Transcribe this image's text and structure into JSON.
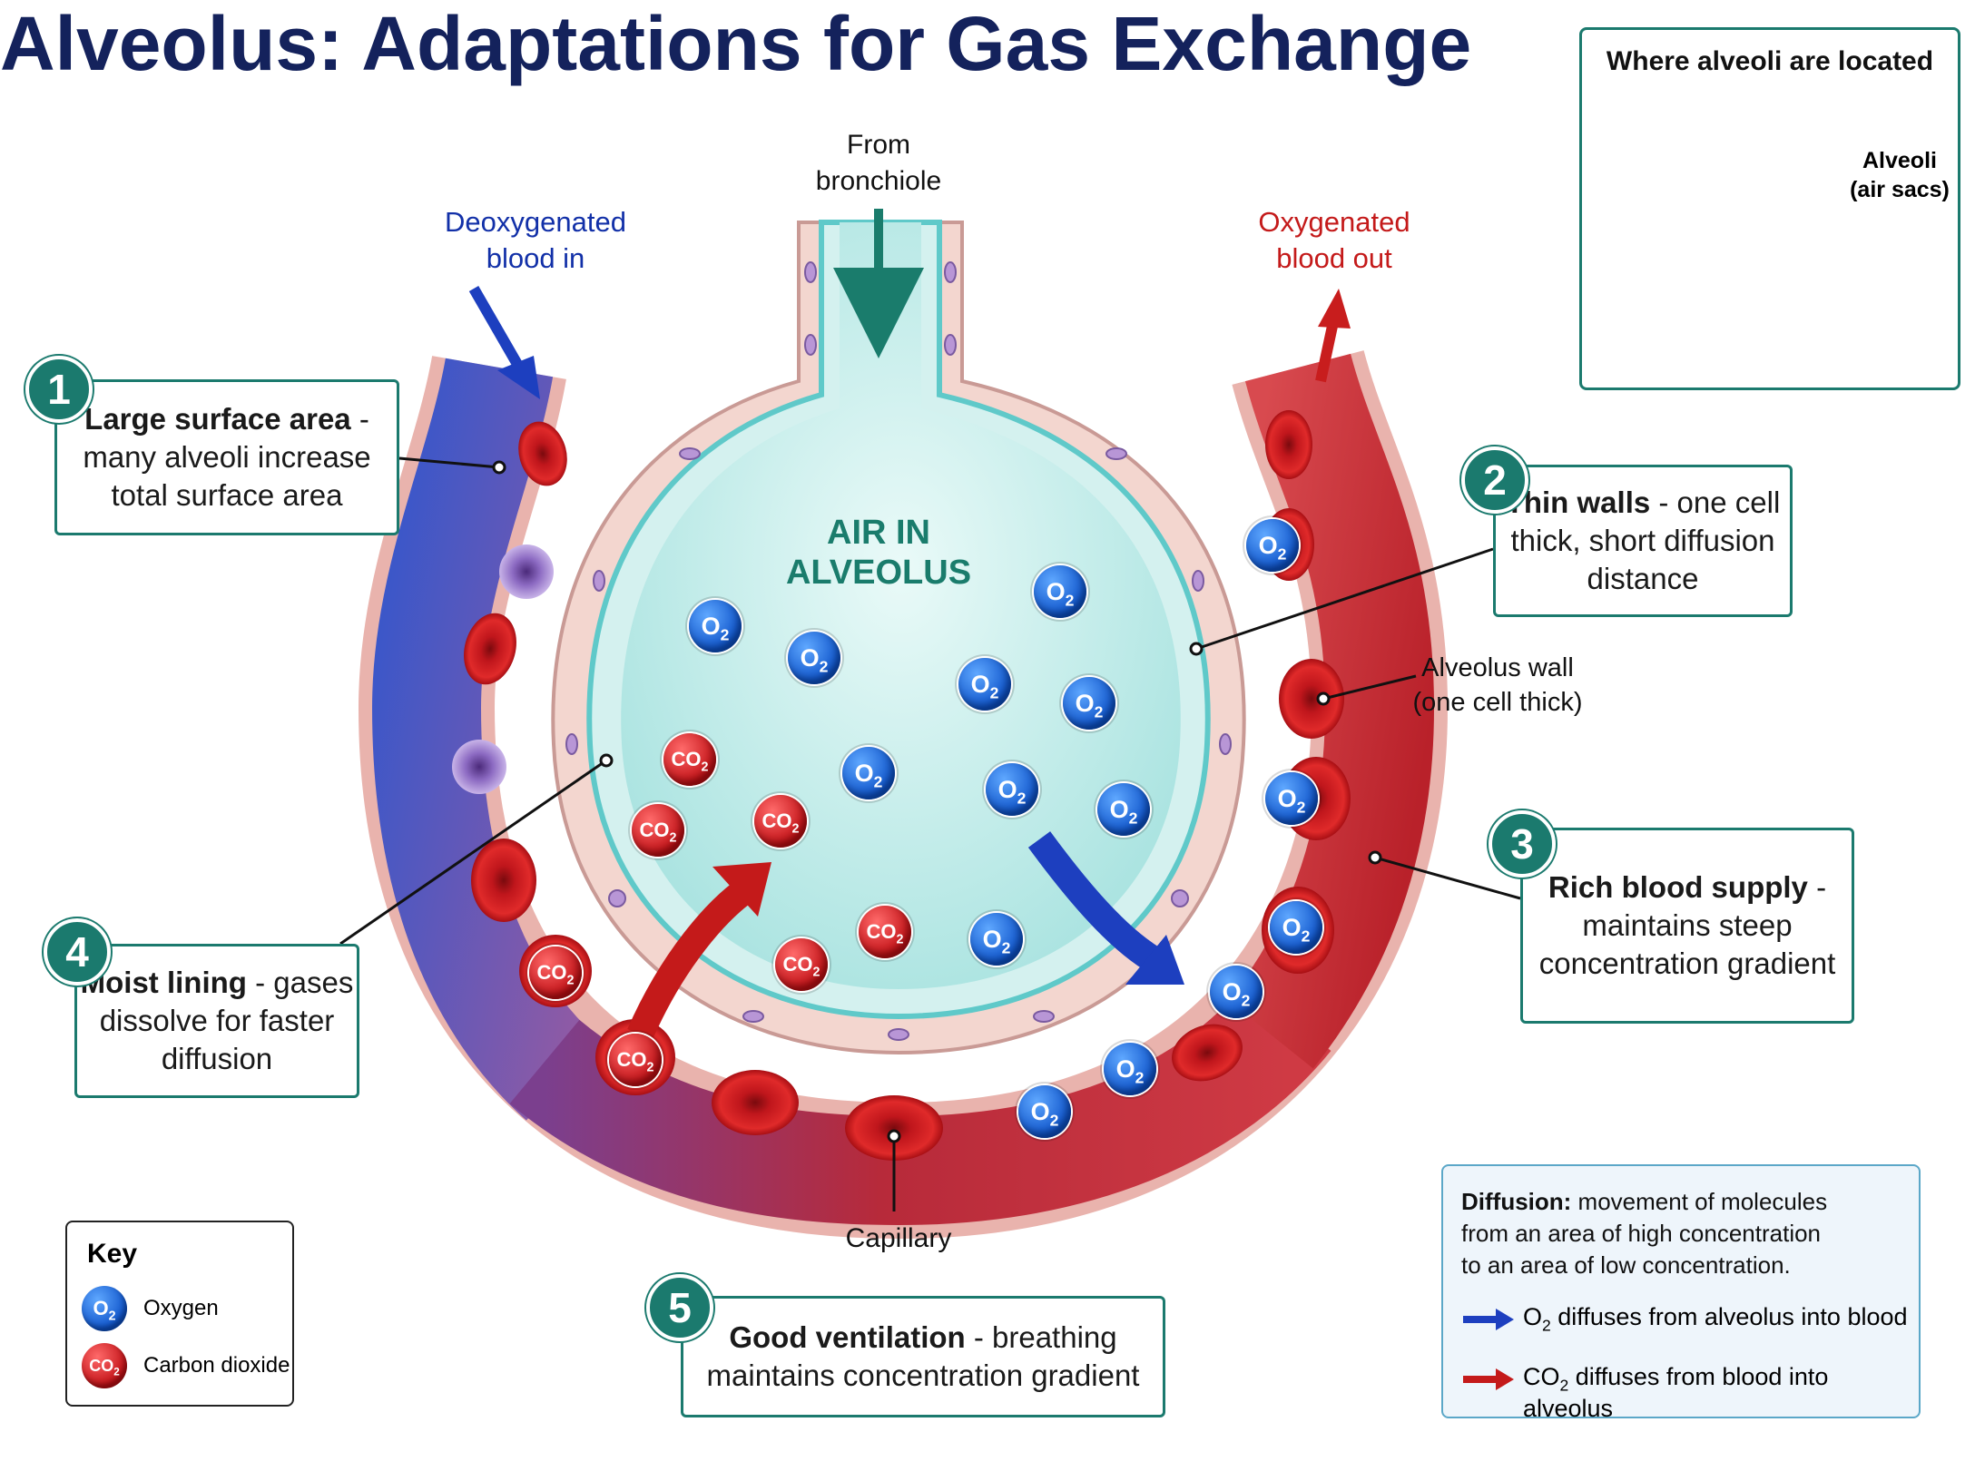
{
  "title": "Alveolus: Adaptations for Gas Exchange",
  "labels": {
    "from_bronchiole": "From\nbronchiole",
    "deoxygenated": "Deoxygenated\nblood in",
    "oxygenated": "Oxygenated\nblood out",
    "air_in_alveolus": "AIR IN\nALVEOLUS",
    "alveolus_wall": "Alveolus wall\n(one cell thick)",
    "capillary": "Capillary"
  },
  "callouts": [
    {
      "number": "1",
      "bold": "Large surface area",
      "text": " - many alveoli increase total surface area"
    },
    {
      "number": "2",
      "bold": "Thin walls",
      "text": " - one cell thick, short diffusion distance"
    },
    {
      "number": "3",
      "bold": "Rich blood supply",
      "text": " - maintains steep concentration gradient"
    },
    {
      "number": "4",
      "bold": "Moist lining",
      "text": " - gases dissolve for faster diffusion"
    },
    {
      "number": "5",
      "bold": "Good ventilation",
      "text": " - breathing maintains concentration gradient"
    }
  ],
  "location_panel": {
    "title": "Where alveoli are located",
    "label": "Alveoli\n(air sacs)"
  },
  "key": {
    "title": "Key",
    "oxygen": "Oxygen",
    "carbon_dioxide": "Carbon dioxide"
  },
  "molecules": {
    "o2": "O",
    "o2_sub": "2",
    "co2": "CO",
    "co2_sub": "2"
  },
  "diffusion_box": {
    "term": "Diffusion:",
    "definition_1": "movement of molecules",
    "definition_2": "from an area of high concentration",
    "definition_3": "to an area of low concentration.",
    "o2_prefix": "O",
    "o2_sub": "2",
    "o2_text": " diffuses from alveolus into blood",
    "co2_prefix": "CO",
    "co2_sub": "2",
    "co2_text": " diffuses from blood into alveolus"
  },
  "colors": {
    "title": "#14225c",
    "accent_teal": "#1b7a6e",
    "oxygen_blue": "#0d52c9",
    "co2_red": "#c00f14",
    "deoxygenated_text": "#1230a8",
    "oxygenated_text": "#c41a1a"
  }
}
